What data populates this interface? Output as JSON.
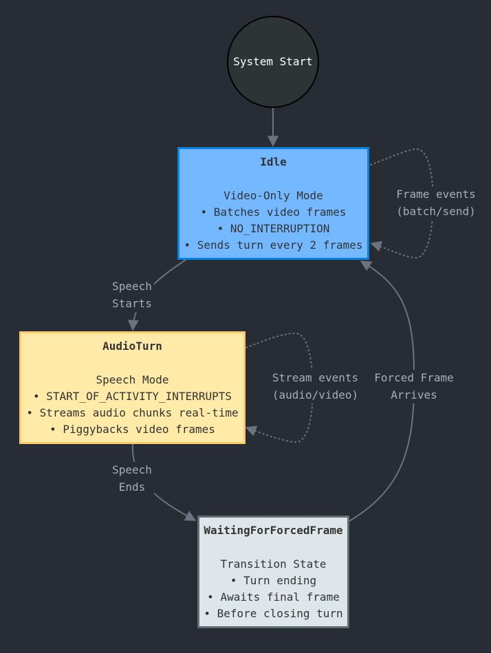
{
  "diagram": {
    "start_node": {
      "label": "System Start"
    },
    "states": {
      "idle": {
        "title": "Idle",
        "mode": "Video-Only Mode",
        "bullets": [
          "• Batches video frames",
          "• NO_INTERRUPTION",
          "• Sends turn every 2 frames"
        ]
      },
      "audio_turn": {
        "title": "AudioTurn",
        "mode": "Speech Mode",
        "bullets": [
          "• START_OF_ACTIVITY_INTERRUPTS",
          "• Streams audio chunks real-time",
          "• Piggybacks video frames"
        ]
      },
      "waiting": {
        "title": "WaitingForForcedFrame",
        "mode": "Transition State",
        "bullets": [
          "• Turn ending",
          "• Awaits final frame",
          "• Before closing turn"
        ]
      }
    },
    "transitions": {
      "speech_starts": [
        "Speech",
        "Starts"
      ],
      "speech_ends": [
        "Speech",
        "Ends"
      ],
      "forced_frame": [
        "Forced Frame",
        "Arrives"
      ],
      "frame_events": [
        "Frame events",
        "(batch/send)"
      ],
      "stream_events": [
        "Stream events",
        "(audio/video)"
      ]
    },
    "colors": {
      "background": "#282c34",
      "edge": "#6b7280",
      "start_fill": "#2d3436",
      "idle_fill": "#74b9ff",
      "idle_border": "#0984e3",
      "audio_fill": "#ffeaa7",
      "audio_border": "#fdcb6e",
      "waiting_fill": "#dfe6e9",
      "waiting_border": "#636e72"
    }
  }
}
